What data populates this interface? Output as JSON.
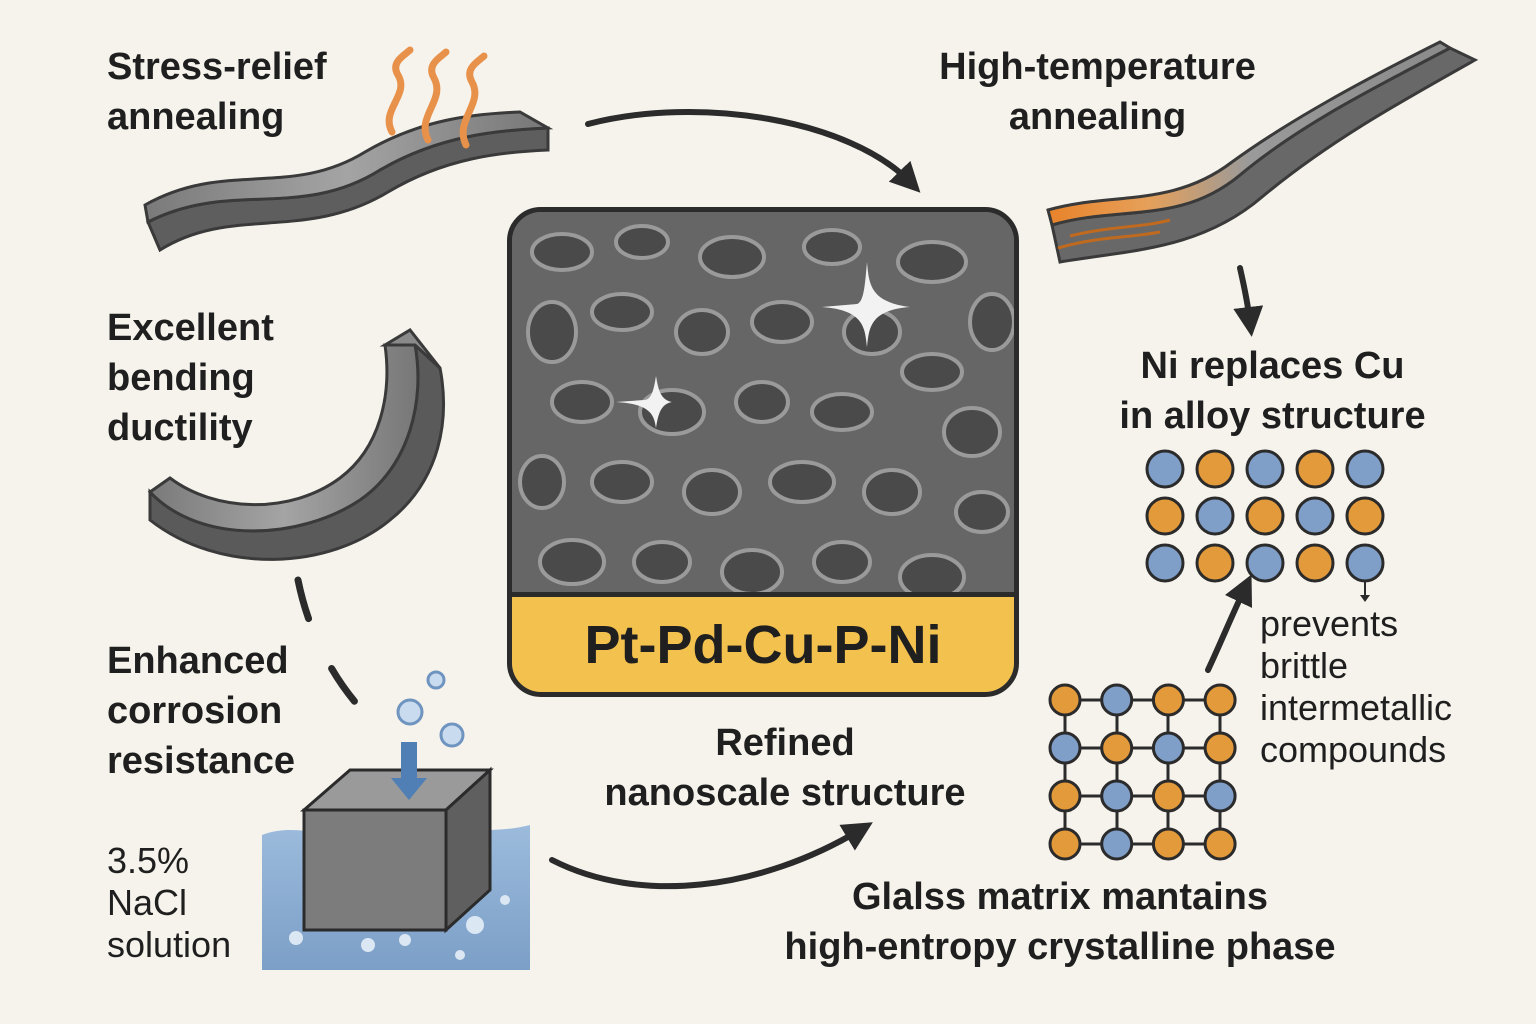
{
  "labels": {
    "stress_relief": "Stress-relief\nannealing",
    "high_temp": "High-temperature\nannealing",
    "bending": "Excellent\nbending\nductility",
    "corrosion": "Enhanced\ncorrosion\nresistance",
    "nacl": "3.5%\nNaCl\nsolution",
    "ni_replaces": "Ni replaces Cu\nin alloy structure",
    "prevents": "prevents\nbrittle\nintermetallic\ncompounds",
    "refined": "Refined\nnanoscale structure",
    "glass_matrix": "Glalss matrix mantains\nhigh-entropy crystalline phase"
  },
  "center": {
    "alloy": "Pt-Pd-Cu-P-Ni"
  },
  "colors": {
    "background": "#f6f3ec",
    "atom_blue": "#7f9fc8",
    "atom_orange": "#e39a3a",
    "alloy_bar": "#f2c14e",
    "heat": "#e8914a",
    "water": "#8fb0d4"
  },
  "lattice_top": [
    [
      "blue",
      "orange",
      "blue",
      "orange",
      "blue"
    ],
    [
      "orange",
      "blue",
      "orange",
      "blue",
      "orange"
    ],
    [
      "blue",
      "orange",
      "blue",
      "orange",
      "blue"
    ]
  ],
  "lattice_bottom": [
    [
      "orange",
      "blue",
      "orange",
      "orange"
    ],
    [
      "blue",
      "orange",
      "blue",
      "orange"
    ],
    [
      "orange",
      "blue",
      "orange",
      "blue"
    ],
    [
      "orange",
      "blue",
      "orange",
      "orange"
    ]
  ]
}
